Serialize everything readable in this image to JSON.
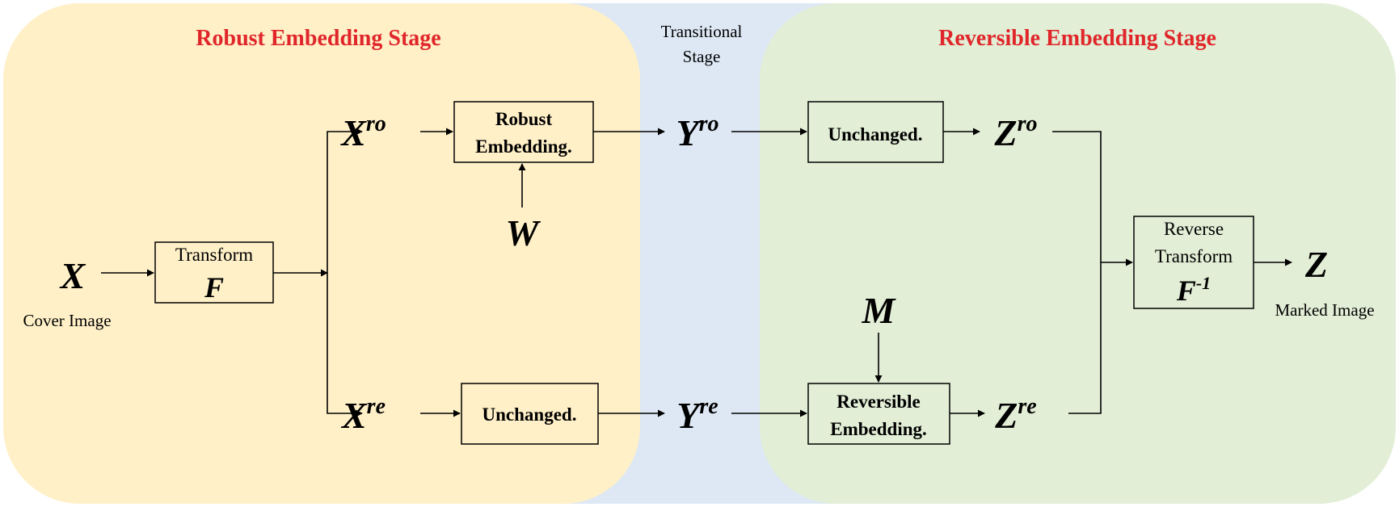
{
  "colors": {
    "robust_panel": "#FFF0C8",
    "transitional_panel": "#DDE8F4",
    "reversible_panel": "#E2EED6",
    "stage_title": "#E0262A",
    "ink": "#000000"
  },
  "stages": {
    "robust": "Robust Embedding Stage",
    "transitional_line1": "Transitional",
    "transitional_line2": "Stage",
    "reversible": "Reversible Embedding Stage"
  },
  "inputs": {
    "cover": {
      "symbol": "X",
      "caption": "Cover Image"
    },
    "watermark": "W",
    "message": "M"
  },
  "boxes": {
    "transform": {
      "line1": "Transform",
      "line2": "F"
    },
    "robust_embedding": {
      "line1": "Robust",
      "line2": "Embedding."
    },
    "unchanged_bottom": "Unchanged.",
    "unchanged_top": "Unchanged.",
    "reversible_embedding": {
      "line1": "Reversible",
      "line2": "Embedding."
    },
    "reverse_transform": {
      "line1": "Reverse",
      "line2": "Transform",
      "line3": "F",
      "line3_sup": "-1"
    }
  },
  "signals": {
    "x_ro": {
      "base": "X",
      "sup": "ro"
    },
    "x_re": {
      "base": "X",
      "sup": "re"
    },
    "y_ro": {
      "base": "Y",
      "sup": "ro"
    },
    "y_re": {
      "base": "Y",
      "sup": "re"
    },
    "z_ro": {
      "base": "Z",
      "sup": "ro"
    },
    "z_re": {
      "base": "Z",
      "sup": "re"
    }
  },
  "output": {
    "symbol": "Z",
    "caption": "Marked Image"
  }
}
